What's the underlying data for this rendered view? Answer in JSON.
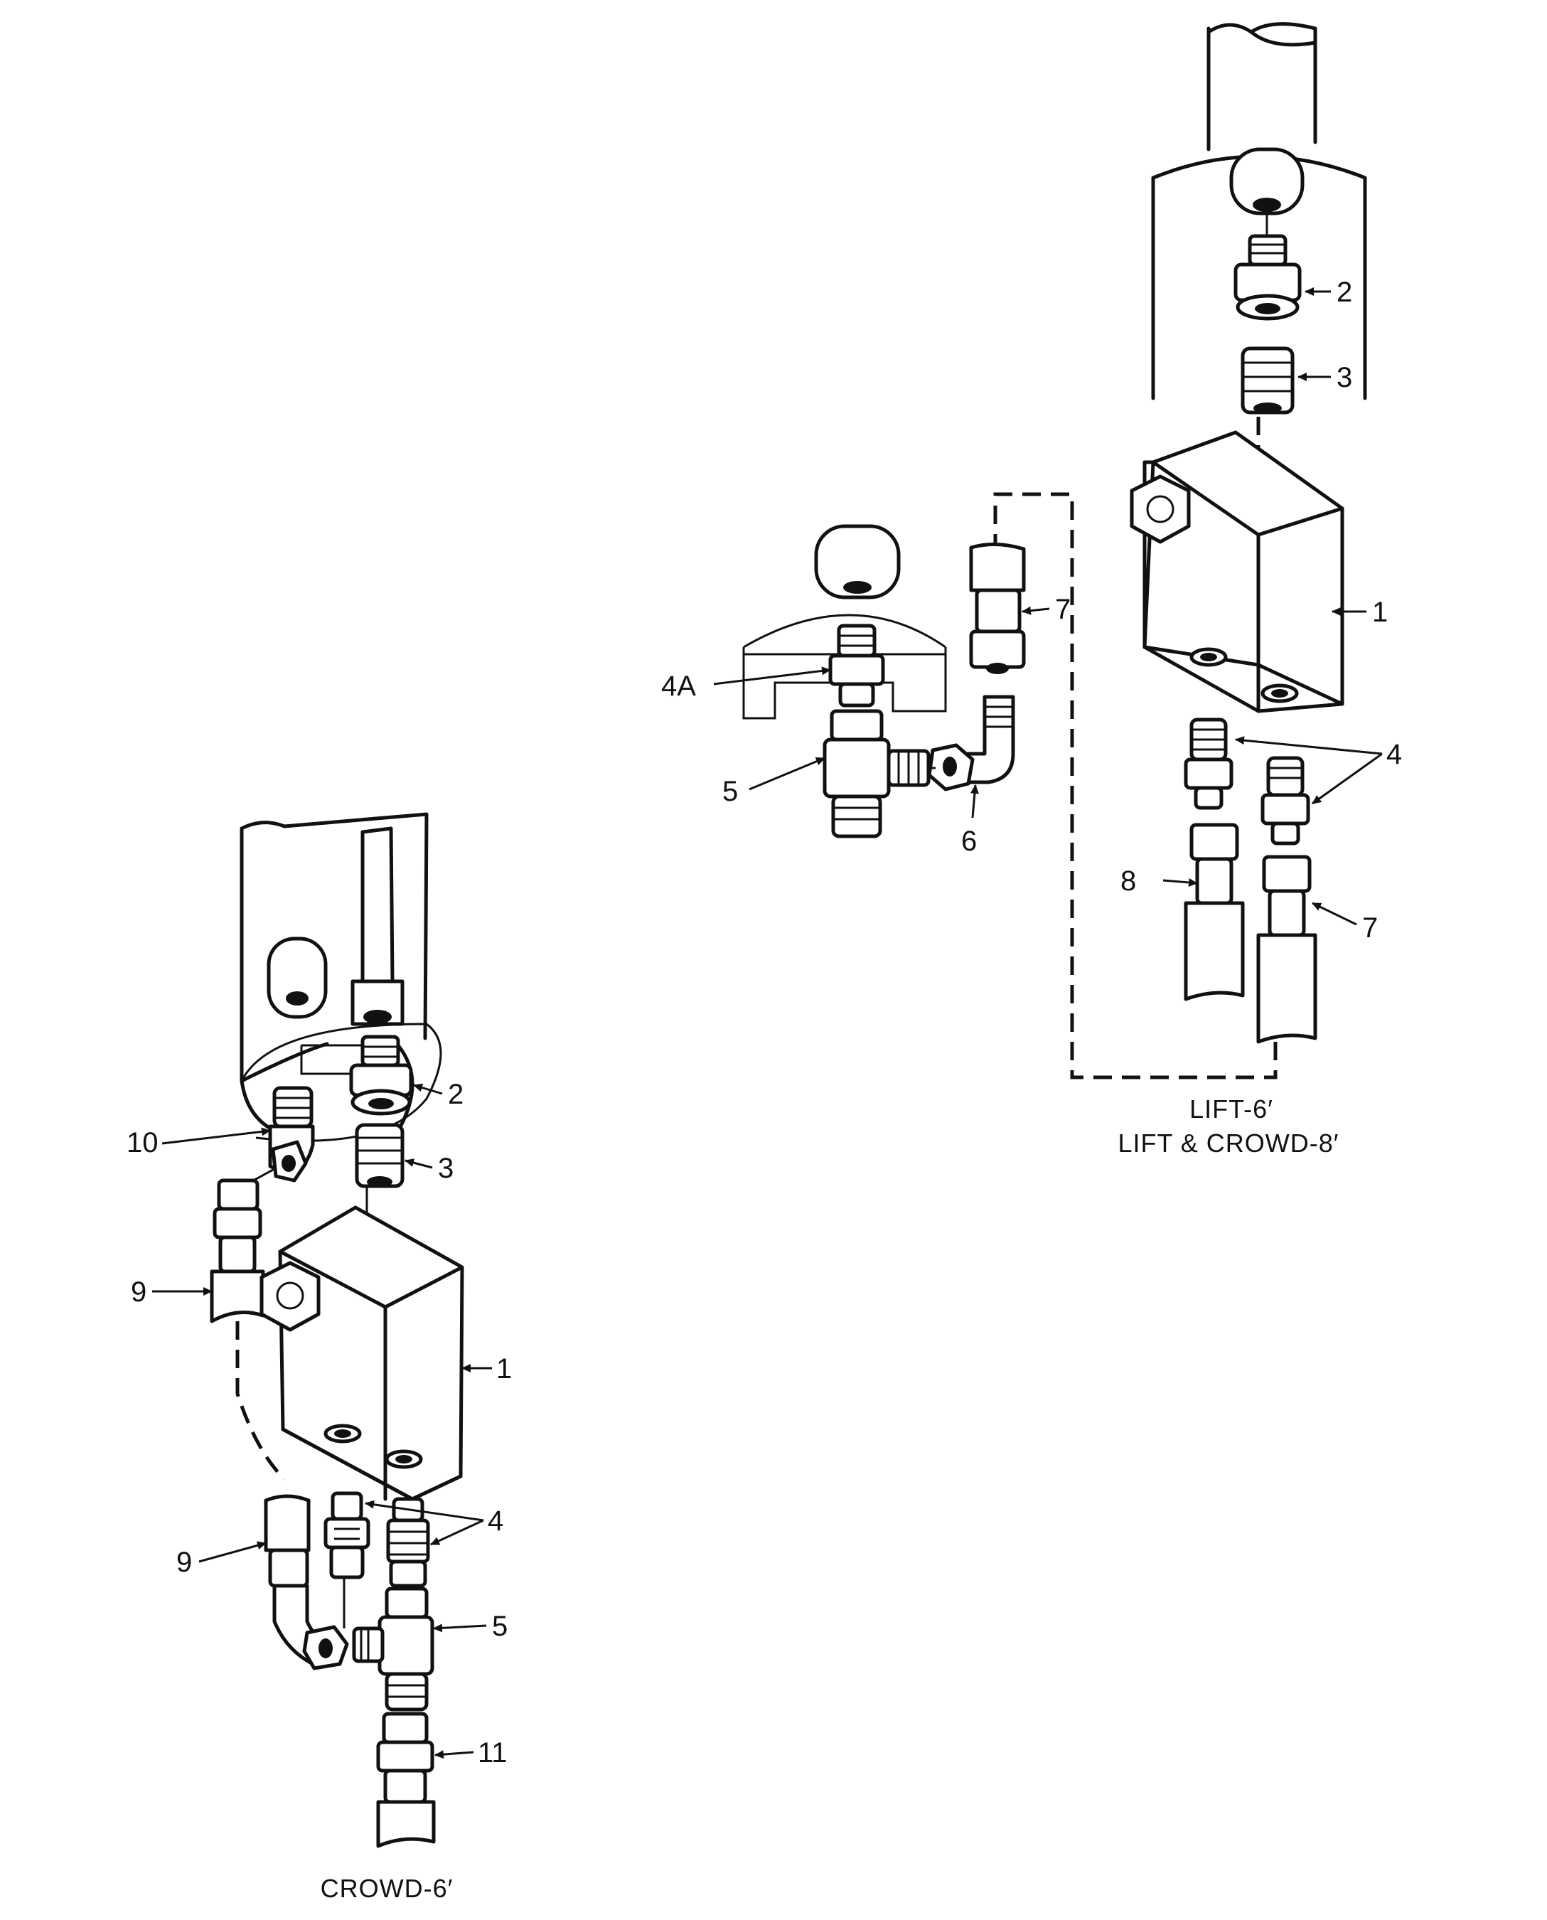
{
  "right_assembly": {
    "caption_line1": "LIFT-6′",
    "caption_line2": "LIFT & CROWD-8′",
    "callouts": [
      "2",
      "3",
      "1",
      "4",
      "8",
      "7",
      "7",
      "4A",
      "5",
      "6"
    ]
  },
  "left_assembly": {
    "caption": "CROWD-6′",
    "callouts": [
      "2",
      "10",
      "3",
      "9",
      "1",
      "4",
      "9",
      "5",
      "11"
    ]
  }
}
